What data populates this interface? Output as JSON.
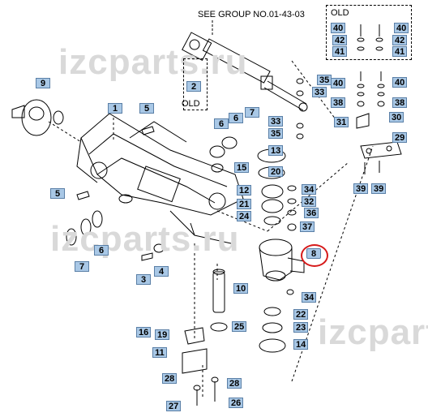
{
  "header": {
    "see_group": "SEE GROUP NO.01-43-03"
  },
  "old_labels": {
    "left": "OLD",
    "right": "OLD"
  },
  "watermarks": [
    "izcparts.ru",
    "izcparts.ru",
    "izcparts.ru"
  ],
  "callouts": {
    "c1": "1",
    "c2": "2",
    "c3": "3",
    "c4": "4",
    "c5a": "5",
    "c5b": "5",
    "c6a": "6",
    "c6b": "6",
    "c6c": "6",
    "c7a": "7",
    "c7b": "7",
    "c8": "8",
    "c9": "9",
    "c10": "10",
    "c11": "11",
    "c12": "12",
    "c13": "13",
    "c14": "14",
    "c15": "15",
    "c16": "16",
    "c19": "19",
    "c20": "20",
    "c21": "21",
    "c22": "22",
    "c23": "23",
    "c24": "24",
    "c25": "25",
    "c26": "26",
    "c27": "27",
    "c28a": "28",
    "c28b": "28",
    "c29": "29",
    "c30": "30",
    "c31": "31",
    "c32": "32",
    "c33a": "33",
    "c33b": "33",
    "c34a": "34",
    "c34b": "34",
    "c35a": "35",
    "c35b": "35",
    "c36": "36",
    "c37": "37",
    "c38a": "38",
    "c38b": "38",
    "c39a": "39",
    "c39b": "39",
    "c40a": "40",
    "c40b": "40",
    "c40c": "40",
    "c40d": "40",
    "c41a": "41",
    "c41b": "41",
    "c42a": "42",
    "c42b": "42"
  },
  "highlight": {
    "color": "#d61a1a",
    "part": "8"
  },
  "colors": {
    "label_fill": "#a9c8e6",
    "label_border": "#5a7fa6",
    "watermark": "#d9d9d9"
  }
}
